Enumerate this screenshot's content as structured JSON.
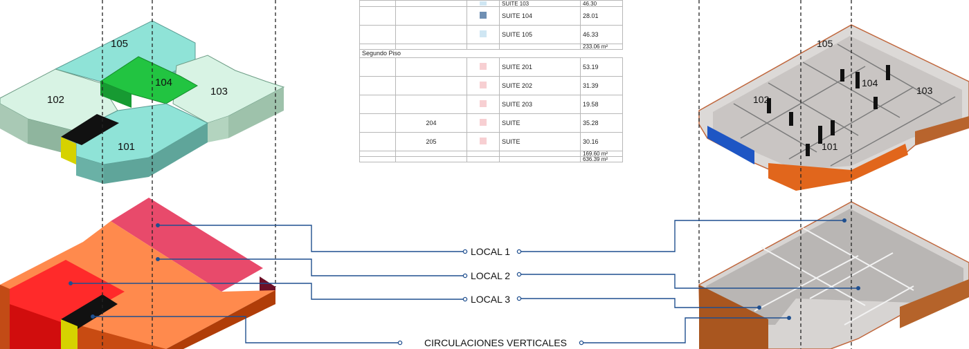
{
  "colors": {
    "suite_1xx_light": "#cfe6f3",
    "suite_104": "#6f8fb3",
    "suite_2xx": "#f7cfd2",
    "local1": "#e84a6b",
    "local2": "#ff8a4d",
    "local3": "#ff2a2a",
    "circulation_black": "#111111",
    "circulation_yellow": "#d6d200",
    "unit_cyan": "#8fe3d7",
    "unit_light": "#d8f3e4",
    "unit_green": "#22c441",
    "leader_blue": "#1f4f8f"
  },
  "floor_units": [
    {
      "id": "u105",
      "label": "105"
    },
    {
      "id": "u102",
      "label": "102"
    },
    {
      "id": "u104",
      "label": "104"
    },
    {
      "id": "u103",
      "label": "103"
    },
    {
      "id": "u101",
      "label": "101"
    }
  ],
  "model_units": [
    {
      "id": "m105",
      "label": "105"
    },
    {
      "id": "m102",
      "label": "102"
    },
    {
      "id": "m104",
      "label": "104"
    },
    {
      "id": "m103",
      "label": "103"
    },
    {
      "id": "m101",
      "label": "101"
    }
  ],
  "callouts": {
    "local1": "LOCAL 1",
    "local2": "LOCAL 2",
    "local3": "LOCAL 3",
    "circulation": "CIRCULACIONES VERTICALES"
  },
  "schedule": {
    "top_rows": [
      {
        "number": "",
        "color": "suite_1xx_light",
        "name": "SUITE 103",
        "area": "46.30"
      },
      {
        "number": "",
        "color": "suite_104",
        "name": "SUITE 104",
        "area": "28.01"
      },
      {
        "number": "",
        "color": "suite_1xx_light",
        "name": "SUITE 105",
        "area": "46.33"
      }
    ],
    "first_floor_total": "233.06 m²",
    "level_label": "Segundo Piso",
    "second_rows": [
      {
        "number": "",
        "color": "suite_2xx",
        "name": "SUITE 201",
        "area": "53.19"
      },
      {
        "number": "",
        "color": "suite_2xx",
        "name": "SUITE 202",
        "area": "31.39"
      },
      {
        "number": "",
        "color": "suite_2xx",
        "name": "SUITE 203",
        "area": "19.58"
      },
      {
        "number": "204",
        "color": "suite_2xx",
        "name": "SUITE",
        "area": "35.28"
      },
      {
        "number": "205",
        "color": "suite_2xx",
        "name": "SUITE",
        "area": "30.16"
      }
    ],
    "second_floor_total": "169.60 m²",
    "grand_total": "636.39 m²"
  }
}
